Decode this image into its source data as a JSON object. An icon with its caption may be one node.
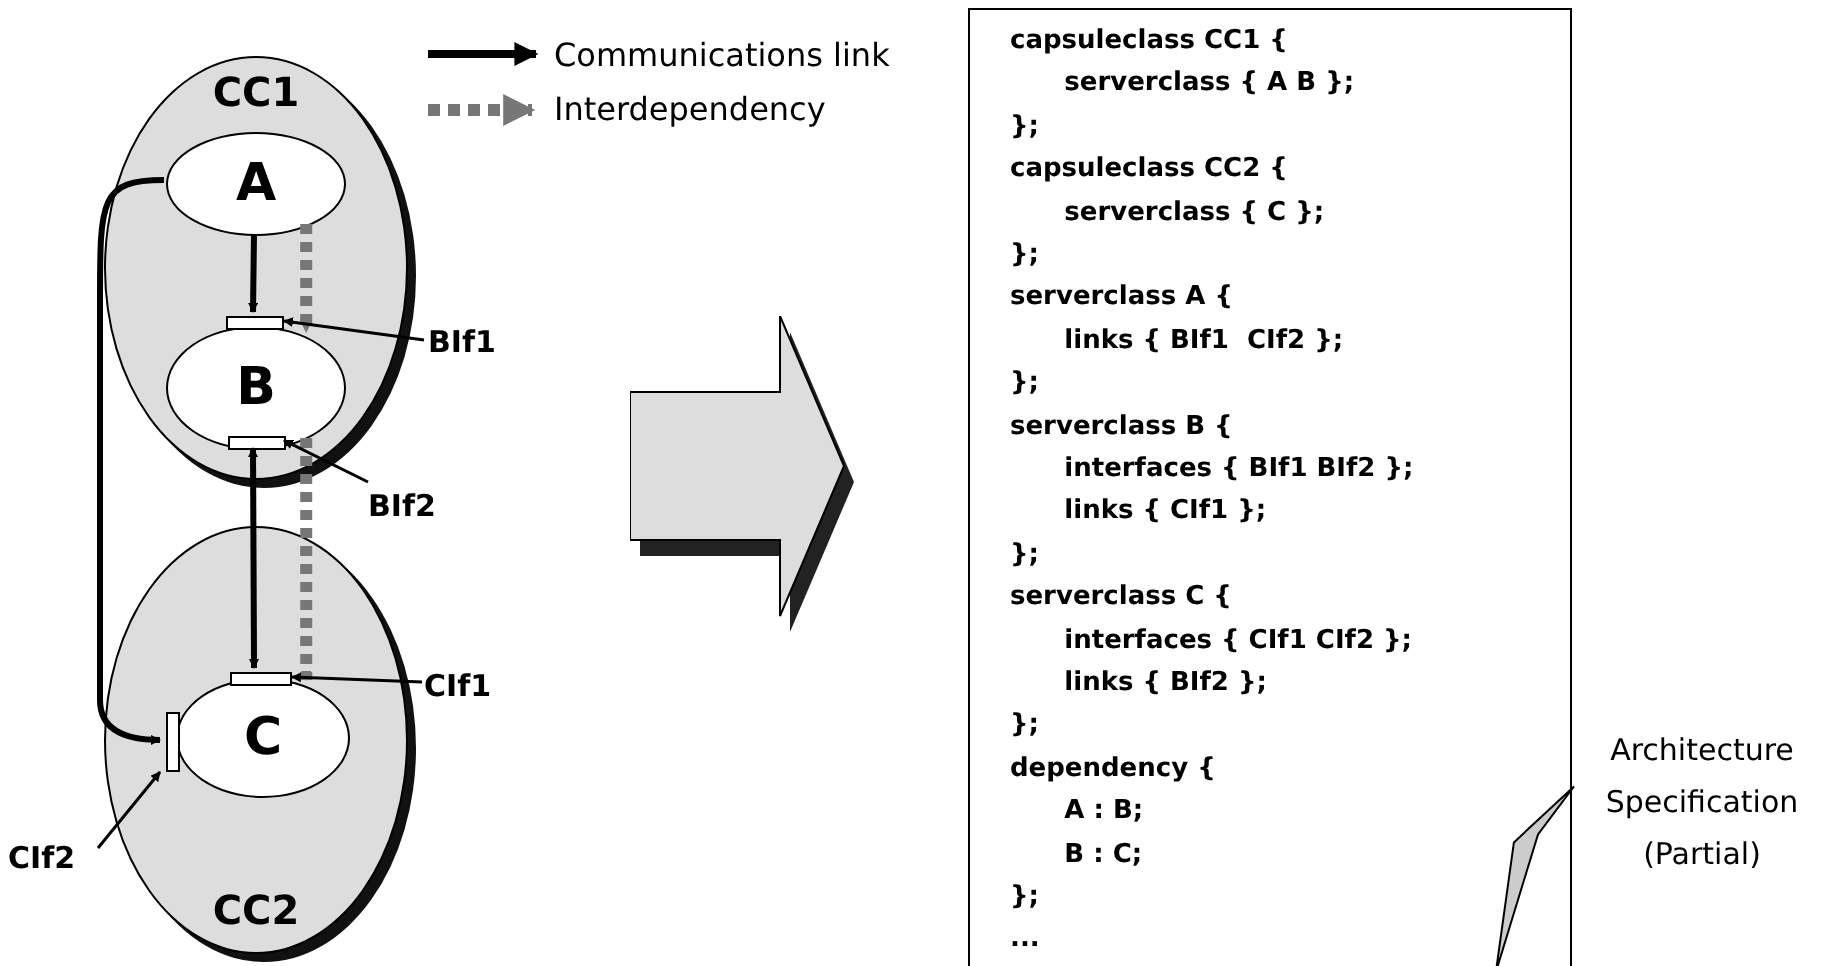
{
  "diagram": {
    "nodes": [
      {
        "text": [
          "CC1"
        ]
      },
      {
        "text": [
          "A"
        ],
        "in": 0
      },
      {
        "text": [],
        "shape": "box",
        "in": 0
      },
      {
        "text": [
          "B"
        ],
        "in": 0
      },
      {
        "text": [],
        "shape": "box",
        "in": 3
      },
      {
        "text": [
          "CC2"
        ]
      },
      {
        "text": [],
        "shape": "box",
        "in": 5
      },
      {
        "text": [
          "C"
        ],
        "in": 5
      },
      {
        "text": [],
        "shape": "box",
        "in": 5
      },
      {
        "text": [
          "BIf1"
        ]
      },
      {
        "text": [
          "BIf2"
        ]
      },
      {
        "text": [
          "CIf1"
        ]
      },
      {
        "text": [
          "CIf2"
        ]
      },
      {
        "text": [],
        "shape": "arrow"
      },
      {
        "text": [
          "capsuleclass CC1 {",
          "\tserverclass { A B };",
          "};",
          "capsuleclass CC2 {",
          "\tserverclass { C };",
          "};",
          "serverclass A {",
          "\tlinks { BIf1  CIf2 };",
          "};",
          "serverclass B {",
          "\tinterfaces { BIf1 BIf2 };",
          "\tlinks { CIf1 };",
          "};",
          "serverclass C {",
          "\tinterfaces { CIf1 CIf2 };",
          "\tlinks { BIf2 };",
          "};",
          "dependency {",
          "\tA : B;",
          "\tB : C;",
          "};",
          "..."
        ]
      },
      {
        "text": [
          "Architecture Specification (Partial)"
        ]
      }
    ],
    "edges": [
      {
        "from": 1,
        "to": 2,
        "arrow": "to"
      },
      {
        "from": 1,
        "to": 3,
        "arrow": "to",
        "style": "dashed",
        "color": "#777777"
      },
      {
        "from": 4,
        "to": 6,
        "arrow": "both"
      },
      {
        "from": 3,
        "to": 7,
        "arrow": "to",
        "style": "dashed",
        "color": "#777777"
      },
      {
        "from": 1,
        "to": 8,
        "arrow": "to"
      },
      {
        "from": 9,
        "to": 2,
        "arrow": "to"
      },
      {
        "from": 10,
        "to": 4,
        "arrow": "to"
      },
      {
        "from": 11,
        "to": 6,
        "arrow": "to"
      },
      {
        "from": 12,
        "to": 8,
        "arrow": "to"
      },
      {
        "from": 15,
        "to": 14,
        "arrow": "none"
      }
    ],
    "legend": [
      {
        "text": "Communications link"
      },
      {
        "text": "Interdependency"
      }
    ]
  }
}
